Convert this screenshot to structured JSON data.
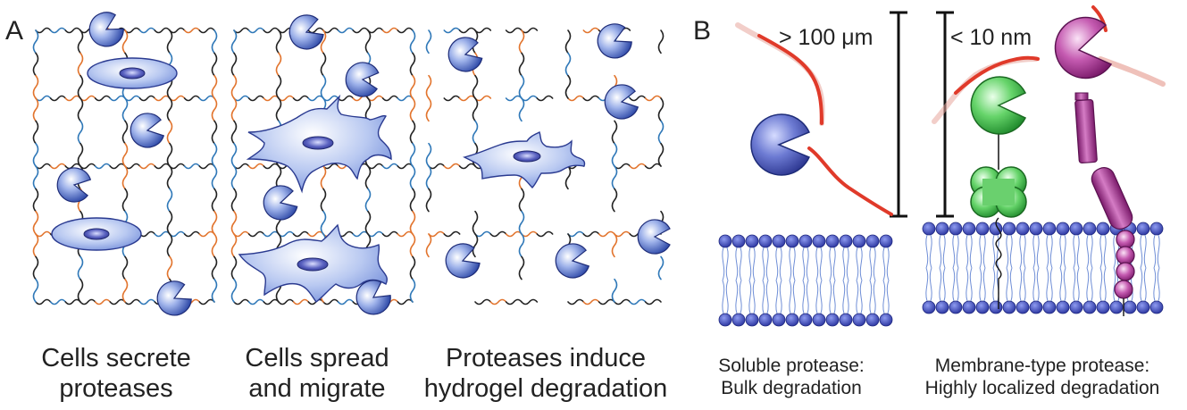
{
  "panels": [
    {
      "letter": "A",
      "captions": [
        [
          "Cells secrete",
          "proteases"
        ],
        [
          "Cells spread",
          "and migrate"
        ],
        [
          "Proteases induce",
          "hydrogel degradation"
        ]
      ]
    },
    {
      "letter": "B",
      "scale_large": "> 100 μm",
      "scale_small": "< 10 nm",
      "captions": [
        [
          "Soluble protease:",
          "Bulk degradation"
        ],
        [
          "Membrane-type protease:",
          "Highly localized degradation"
        ]
      ]
    }
  ],
  "colors": {
    "cell": "#8ea7e6",
    "nucleus": "#4a55b0",
    "soluble_protease": "#5a6fc4",
    "gpi_protease": "#48c04c",
    "mt_protease": "#b6399c",
    "lipid_head": "#3a48b8",
    "lipid_tail": "#6f8ed6",
    "crosslink_black": "#222222",
    "crosslink_blue": "#2f78b8",
    "crosslink_orange": "#e2742d",
    "substrate_red": "#e03a2a"
  }
}
